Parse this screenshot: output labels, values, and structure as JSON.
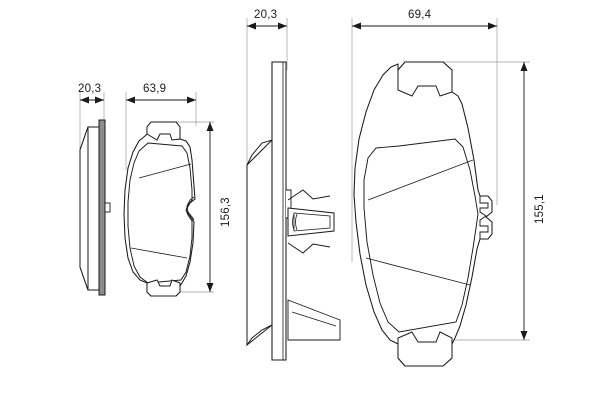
{
  "drawing": {
    "title": "Brake pad set technical drawing",
    "background_color": "#ffffff",
    "line_color": "#1a1a1a",
    "shade_color": "#808080",
    "thin_line_color": "#9a9a9a"
  },
  "dimensions": {
    "left_edge_thickness": "20,3",
    "left_pad_width": "63,9",
    "left_pad_height": "156,3",
    "right_edge_thickness": "20,3",
    "right_pad_width": "69,4",
    "right_pad_height": "155,1"
  },
  "views": [
    {
      "name": "left-edge-view",
      "label": "Side profile of inner pad",
      "dimension": "20,3"
    },
    {
      "name": "left-plan-view",
      "label": "Face view of inner pad",
      "width": "63,9",
      "height": "156,3"
    },
    {
      "name": "right-edge-view",
      "label": "Side profile of outer pad with retaining spring",
      "dimension": "20,3"
    },
    {
      "name": "right-plan-view",
      "label": "Face view of outer pad",
      "width": "69,4",
      "height": "155,1"
    }
  ]
}
